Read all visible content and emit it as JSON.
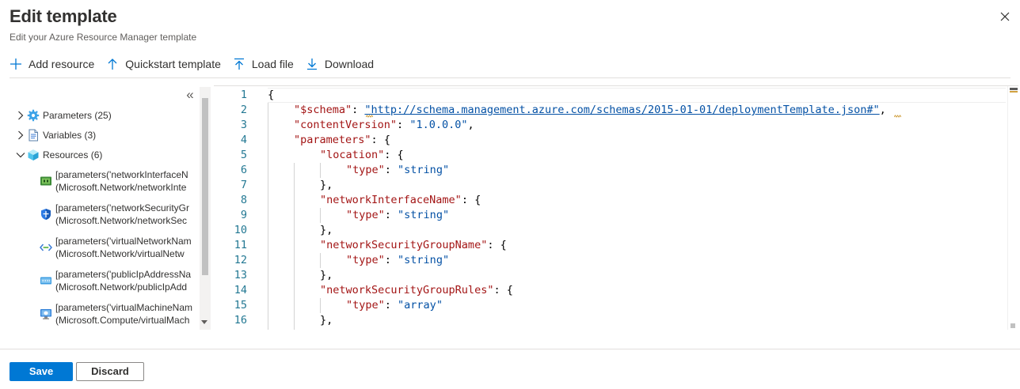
{
  "header": {
    "title": "Edit template",
    "subtitle": "Edit your Azure Resource Manager template"
  },
  "toolbar": {
    "add_resource": "Add resource",
    "quickstart_template": "Quickstart template",
    "load_file": "Load file",
    "download": "Download"
  },
  "tree": {
    "collapse_glyph": "«",
    "parameters_label": "Parameters (25)",
    "variables_label": "Variables (3)",
    "resources_label": "Resources (6)",
    "resources": [
      {
        "line1": "[parameters('networkInterfaceN",
        "line2": "(Microsoft.Network/networkInte",
        "icon": "network-interface-icon"
      },
      {
        "line1": "[parameters('networkSecurityGr",
        "line2": "(Microsoft.Network/networkSec",
        "icon": "network-security-group-icon"
      },
      {
        "line1": "[parameters('virtualNetworkNam",
        "line2": "(Microsoft.Network/virtualNetw",
        "icon": "virtual-network-icon"
      },
      {
        "line1": "[parameters('publicIpAddressNa",
        "line2": "(Microsoft.Network/publicIpAdd",
        "icon": "public-ip-icon"
      },
      {
        "line1": "[parameters('virtualMachineNam",
        "line2": "(Microsoft.Compute/virtualMach",
        "icon": "virtual-machine-icon"
      }
    ]
  },
  "editor": {
    "line_numbers": [
      "1",
      "2",
      "3",
      "4",
      "5",
      "6",
      "7",
      "8",
      "9",
      "10",
      "11",
      "12",
      "13",
      "14",
      "15",
      "16"
    ],
    "code": {
      "l1_brace": "{",
      "schema_key": "\"$schema\"",
      "schema_value": "\"http://schema.management.azure.com/schemas/2015-01-01/deploymentTemplate.json#\"",
      "content_version_key": "\"contentVersion\"",
      "content_version_value": "\"1.0.0.0\"",
      "parameters_key": "\"parameters\"",
      "location_key": "\"location\"",
      "type_key": "\"type\"",
      "string_value": "\"string\"",
      "array_value": "\"array\"",
      "nic_name_key": "\"networkInterfaceName\"",
      "nsg_name_key": "\"networkSecurityGroupName\"",
      "nsg_rules_key": "\"networkSecurityGroupRules\"",
      "colon": ": ",
      "open_brace": "{",
      "close_brace_comma": "},",
      "comma": ","
    }
  },
  "footer": {
    "save": "Save",
    "discard": "Discard"
  },
  "colors": {
    "primary": "#0078d4",
    "json_key": "#a31515",
    "json_string": "#0451a5",
    "line_number": "#237893"
  }
}
